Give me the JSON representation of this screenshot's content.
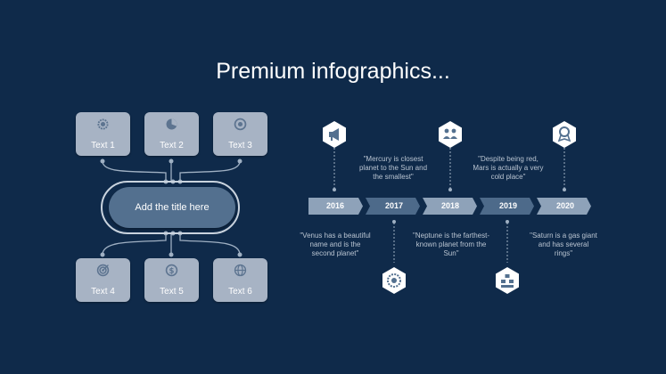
{
  "title": "Premium infographics...",
  "hub": {
    "center_label": "Add the title here",
    "cards": [
      {
        "label": "Text 1",
        "icon": "gear-icon"
      },
      {
        "label": "Text 2",
        "icon": "pie-chart-icon"
      },
      {
        "label": "Text 3",
        "icon": "globe-icon"
      },
      {
        "label": "Text 4",
        "icon": "target-icon"
      },
      {
        "label": "Text 5",
        "icon": "dollar-icon"
      },
      {
        "label": "Text 6",
        "icon": "globe-grid-icon"
      }
    ]
  },
  "timeline": {
    "years": [
      "2016",
      "2017",
      "2018",
      "2019",
      "2020"
    ],
    "notes": [
      "\"Venus has a beautiful name and is the second planet\"",
      "\"Mercury is closest planet to the Sun and the smallest\"",
      "\"Neptune is the farthest-known planet from the Sun\"",
      "\"Despite being red, Mars is actually a very cold place\"",
      "\"Saturn is a gas giant and has several rings\""
    ],
    "icons": [
      "megaphone-icon",
      "target-gear-icon",
      "team-icon",
      "hierarchy-icon",
      "award-icon"
    ]
  },
  "colors": {
    "background": "#0f2a4a",
    "card": "#a7b3c4",
    "pill": "#53708f",
    "timeline_light": "#8ea2b9",
    "timeline_dark": "#4d6a8a"
  }
}
